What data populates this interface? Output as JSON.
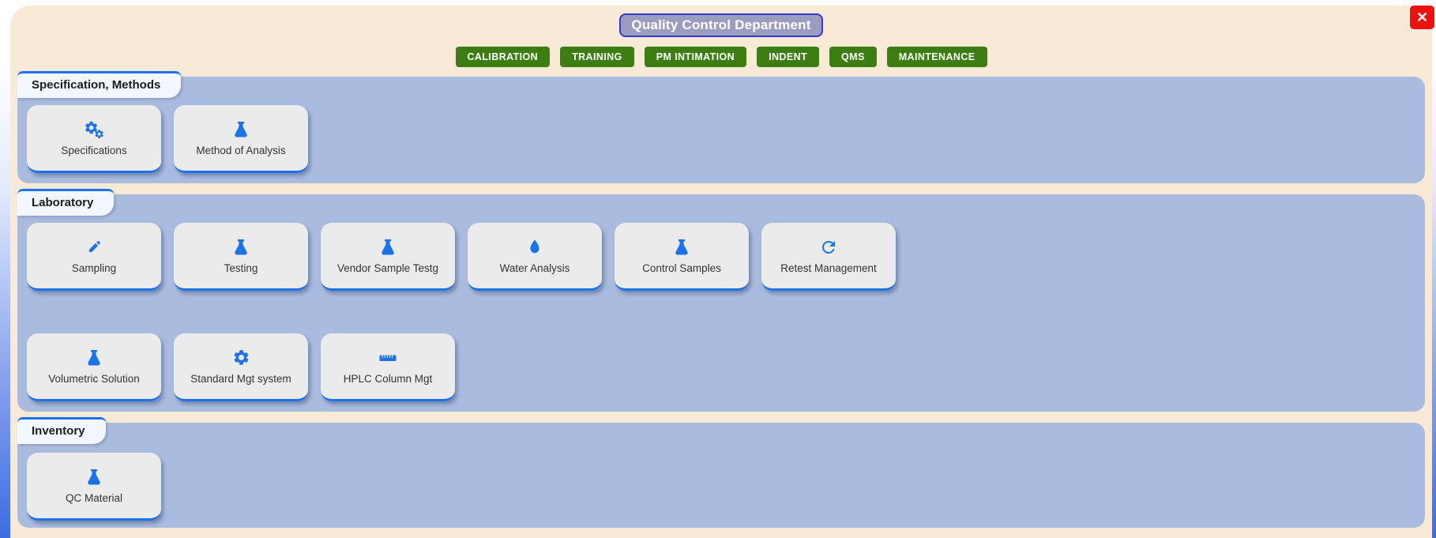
{
  "window": {
    "title": "Quality Control Department",
    "close_icon": "✕"
  },
  "nav": {
    "buttons": [
      "CALIBRATION",
      "TRAINING",
      "PM INTIMATION",
      "INDENT",
      "QMS",
      "MAINTENANCE"
    ]
  },
  "sections": [
    {
      "title": "Specification, Methods",
      "rows": [
        [
          {
            "label": "Specifications",
            "icon": "gears-icon"
          },
          {
            "label": "Method of Analysis",
            "icon": "flask-icon"
          }
        ]
      ]
    },
    {
      "title": "Laboratory",
      "rows": [
        [
          {
            "label": "Sampling",
            "icon": "test-tube-icon"
          },
          {
            "label": "Testing",
            "icon": "flask-icon"
          },
          {
            "label": "Vendor Sample Testg",
            "icon": "flask-icon"
          },
          {
            "label": "Water Analysis",
            "icon": "droplet-icon"
          },
          {
            "label": "Control Samples",
            "icon": "flask-icon"
          },
          {
            "label": "Retest Management",
            "icon": "refresh-icon"
          }
        ],
        [
          {
            "label": "Volumetric Solution",
            "icon": "flask-icon"
          },
          {
            "label": "Standard Mgt system",
            "icon": "gear-icon"
          },
          {
            "label": "HPLC Column Mgt",
            "icon": "ruler-icon"
          }
        ]
      ]
    },
    {
      "title": "Inventory",
      "rows": [
        [
          {
            "label": "QC Material",
            "icon": "flask-icon"
          }
        ]
      ]
    }
  ],
  "colors": {
    "accent_blue": "#1a73e8",
    "panel_blue": "#a9bbde",
    "cream_background": "#f8ead6",
    "card_gray": "#ebebeb",
    "button_green": "#3c7e11",
    "close_red": "#ee1111",
    "title_badge_bg": "#9b9cc1",
    "title_badge_border": "#3636d0"
  }
}
